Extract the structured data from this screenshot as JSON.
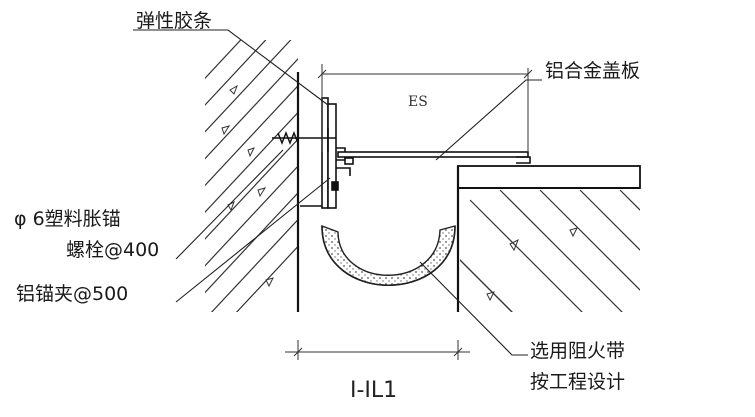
{
  "labels": {
    "elastic_strip": "弹性胶条",
    "aluminum_cover": "铝合金盖板",
    "anchor_bolt_line1": "φ 6塑料胀锚",
    "anchor_bolt_line2": "螺栓@400",
    "aluminum_clip": "铝锚夹@500",
    "fire_barrier_line1": "选用阻火带",
    "fire_barrier_line2": "按工程设计"
  },
  "dimension": {
    "es": "ES"
  },
  "title": "I-IL1"
}
